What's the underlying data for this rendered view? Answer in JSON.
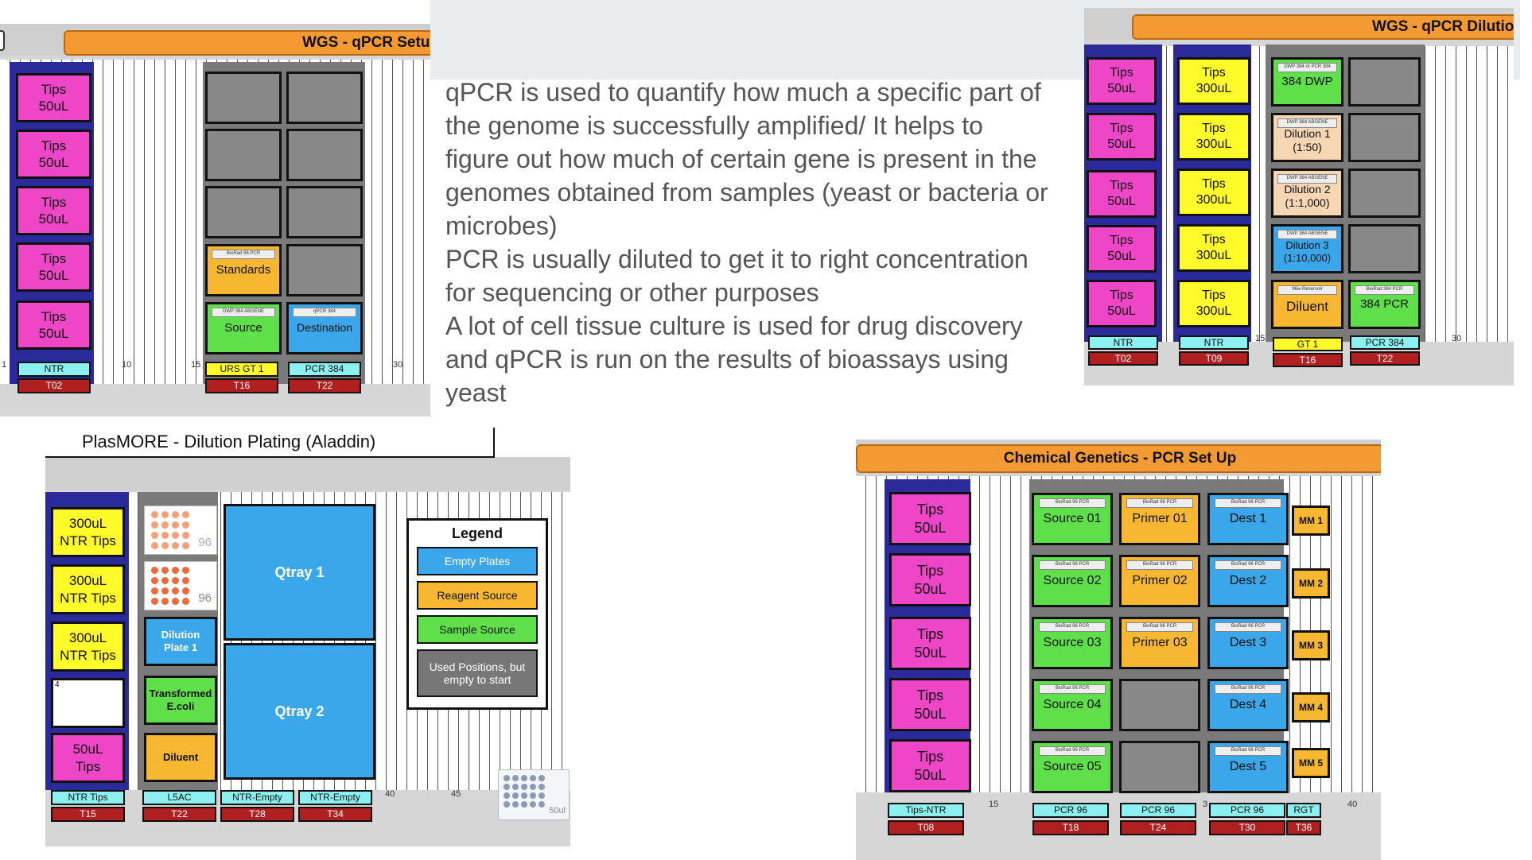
{
  "description": {
    "paragraphs": [
      "qPCR is used to quantify how much a specific part of the genome is successfully amplified/ It helps to figure out how much of certain gene is present in the genomes obtained from samples (yeast or bacteria or microbes)",
      "PCR is usually diluted to get it to right concentration for sequencing or other purposes",
      " A lot of cell tissue culture is used for drug discovery and qPCR is run on the results of bioassays using yeast"
    ]
  },
  "setup": {
    "title": "WGS - qPCR Setup",
    "tips": [
      "Tips\n50uL",
      "Tips\n50uL",
      "Tips\n50uL",
      "Tips\n50uL",
      "Tips\n50uL"
    ],
    "standards": {
      "label": "BioRad 96 PCR",
      "text": "Standards"
    },
    "source": {
      "label": "DWP 384 ABGENE",
      "text": "Source"
    },
    "destination": {
      "label": "qPCR 384",
      "text": "Destination"
    },
    "sites": [
      {
        "top": "NTR",
        "bottom": "T02"
      },
      {
        "top": "URS GT 1",
        "bottom": "T16"
      },
      {
        "top": "PCR 384",
        "bottom": "T22"
      }
    ],
    "ticks": [
      "1",
      "10",
      "15",
      "30"
    ]
  },
  "dilution": {
    "title": "WGS - qPCR Dilution",
    "tips50": [
      "Tips\n50uL",
      "Tips\n50uL",
      "Tips\n50uL",
      "Tips\n50uL",
      "Tips\n50uL"
    ],
    "tips300": [
      "Tips\n300uL",
      "Tips\n300uL",
      "Tips\n300uL",
      "Tips\n300uL",
      "Tips\n300uL"
    ],
    "dwp": {
      "label": "DWP 384 or PCR 384",
      "text": "384 DWP"
    },
    "dil1": {
      "label": "DWP 384 ABGENE",
      "text": "Dilution 1\n(1:50)"
    },
    "dil2": {
      "label": "DWP 384 ABGENE",
      "text": "Dilution 2\n(1:1,000)"
    },
    "dil3": {
      "label": "DWP 384 ABGENE",
      "text": "Dilution 3\n(1:10,000)"
    },
    "diluent": {
      "label": "96w Reservoir",
      "text": "Diluent"
    },
    "pcr384": {
      "label": "BioRad 384 PCR",
      "text": "384 PCR"
    },
    "sites": [
      {
        "top": "NTR",
        "bottom": "T02"
      },
      {
        "top": "NTR",
        "bottom": "T09"
      },
      {
        "top": "GT 1",
        "bottom": "T16"
      },
      {
        "top": "PCR 384",
        "bottom": "T22"
      }
    ],
    "ticks": [
      "15",
      "30"
    ]
  },
  "plasmore": {
    "title": "PlasMORE - Dilution Plating (Aladdin)",
    "tips300": [
      "300uL\nNTR Tips",
      "300uL\nNTR Tips",
      "300uL\nNTR Tips"
    ],
    "tips50": "50uL\nTips",
    "slot4": "4",
    "plate96a": "96",
    "plate96b": "96",
    "dilution_plate": "Dilution\nPlate 1",
    "transformed": "Transformed\nE.coli",
    "diluent": "Diluent",
    "qtray1": "Qtray 1",
    "qtray2": "Qtray 2",
    "legend": {
      "title": "Legend",
      "items": [
        {
          "text": "Empty Plates",
          "color": "#3aa7ea"
        },
        {
          "text": "Reagent Source",
          "color": "#f7b731"
        },
        {
          "text": "Sample Source",
          "color": "#5fe04a"
        },
        {
          "text": "Used Positions, but empty to start",
          "color": "#777777"
        }
      ]
    },
    "tiprack_label": "50ul",
    "sites": [
      {
        "top": "NTR Tips",
        "bottom": "T15"
      },
      {
        "top": "L5AC",
        "bottom": "T22"
      },
      {
        "top": "NTR-Empty",
        "bottom": "T28"
      },
      {
        "top": "NTR-Empty",
        "bottom": "T34"
      }
    ],
    "ticks": [
      "40",
      "45"
    ]
  },
  "chem": {
    "title": "Chemical Genetics - PCR Set Up",
    "tips": [
      "Tips\n50uL",
      "Tips\n50uL",
      "Tips\n50uL",
      "Tips\n50uL",
      "Tips\n50uL"
    ],
    "plate_label": "BioRad 96 PCR",
    "sources": [
      "Source 01",
      "Source 02",
      "Source 03",
      "Source 04",
      "Source 05"
    ],
    "primers": [
      "Primer 01",
      "Primer 02",
      "Primer 03"
    ],
    "dests": [
      "Dest 1",
      "Dest 2",
      "Dest 3",
      "Dest 4",
      "Dest 5"
    ],
    "mm": [
      "MM 1",
      "MM 2",
      "MM 3",
      "MM 4",
      "MM 5"
    ],
    "sites": [
      {
        "top": "Tips-NTR",
        "bottom": "T08"
      },
      {
        "top": "PCR 96",
        "bottom": "T18"
      },
      {
        "top": "PCR 96",
        "bottom": "T24"
      },
      {
        "top": "PCR 96",
        "bottom": "T30"
      },
      {
        "top": "RGT",
        "bottom": "T36"
      }
    ],
    "ticks": [
      "15",
      "3",
      "40"
    ]
  }
}
